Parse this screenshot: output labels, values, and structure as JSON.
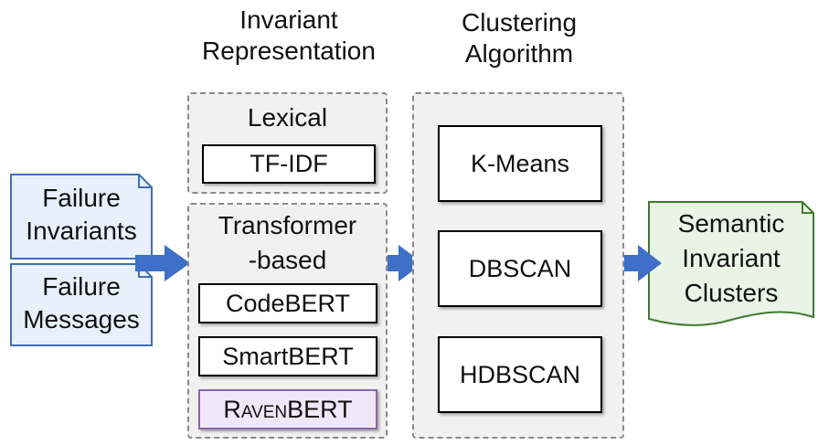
{
  "headers": {
    "representation": [
      "Invariant",
      "Representation"
    ],
    "clustering": [
      "Clustering",
      "Algorithm"
    ]
  },
  "inputs": {
    "invariants": [
      "Failure",
      "Invariants"
    ],
    "messages": [
      "Failure",
      "Messages"
    ]
  },
  "representation": {
    "lexical": {
      "title": "Lexical",
      "items": [
        "TF-IDF"
      ]
    },
    "transformer": {
      "title": [
        "Transformer",
        "-based"
      ],
      "items": [
        "CodeBERT",
        "SmartBERT"
      ],
      "highlight": {
        "prefix": "R",
        "smallcaps": "aven",
        "suffix": "BERT"
      }
    }
  },
  "algorithms": [
    "K-Means",
    "DBSCAN",
    "HDBSCAN"
  ],
  "output": [
    "Semantic",
    "Invariant",
    "Clusters"
  ],
  "colors": {
    "input_fill": "#e7f0fb",
    "input_stroke": "#3f6fb5",
    "output_fill": "#eaf4e6",
    "output_stroke": "#3e7a2f",
    "arrow": "#3f6fc6",
    "group_fill": "#f1f1f1",
    "highlight_fill": "#f1e7fb",
    "highlight_stroke": "#8866a8"
  }
}
